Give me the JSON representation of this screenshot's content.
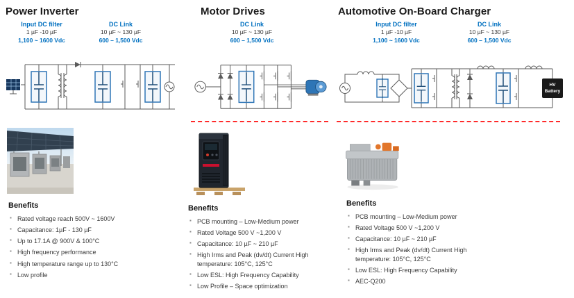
{
  "colors": {
    "accent_blue": "#0070C0",
    "schematic_dark_blue": "#1F4E79",
    "capacitor_highlight": "#2E75B6",
    "divider_red": "#FF2A2A",
    "body_text": "#3A3A3A",
    "charger_orange": "#E2762B"
  },
  "columns": [
    {
      "title": "Power Inverter",
      "specs": [
        {
          "label": "Input DC filter",
          "line1": "1 µF -10 µF",
          "line2": "1,100 ~ 1600 Vdc"
        },
        {
          "label": "DC Link",
          "line1": "10 µF ~ 130 µF",
          "line2": "600 – 1,500 Vdc"
        }
      ],
      "benefits_title": "Benefits",
      "benefits": [
        "Rated voltage reach 500V ~ 1600V",
        "Capacitance: 1µF - 130 µF",
        "Up to 17.1A @ 900V & 100°C",
        "High frequency performance",
        "High temperature range up to 130°C",
        "Low profile"
      ]
    },
    {
      "title": "Motor Drives",
      "specs": [
        {
          "label": "DC Link",
          "line1": "10 µF ~ 130 µF",
          "line2": "600 – 1,500 Vdc"
        }
      ],
      "benefits_title": "Benefits",
      "benefits": [
        "PCB mounting – Low-Medium power",
        "Rated Voltage 500 V ~1,200 V",
        "Capacitance: 10 µF ~ 210 µF",
        "High Irms and Peak (dv/dt) Current High temperature: 105°C, 125°C",
        "Low ESL: High Frequency Capability",
        "Low Profile – Space optimization"
      ]
    },
    {
      "title": "Automotive On-Board Charger",
      "specs": [
        {
          "label": "Input DC filter",
          "line1": "1 µF -10 µF",
          "line2": "1,100 ~ 1600 Vdc"
        },
        {
          "label": "DC Link",
          "line1": "10 µF ~ 130 µF",
          "line2": "600 – 1,500 Vdc"
        }
      ],
      "circuit_labels": {
        "hv_line1": "HV",
        "hv_line2": "Battery"
      },
      "benefits_title": "Benefits",
      "benefits": [
        "PCB mounting – Low-Medium power",
        "Rated Voltage 500 V ~1,200 V",
        "Capacitance: 10 µF ~ 210 µF",
        "High Irms and Peak (dv/dt) Current High temperature: 105°C, 125°C",
        "Low ESL: High Frequency Capability",
        "AEC-Q200"
      ]
    }
  ]
}
